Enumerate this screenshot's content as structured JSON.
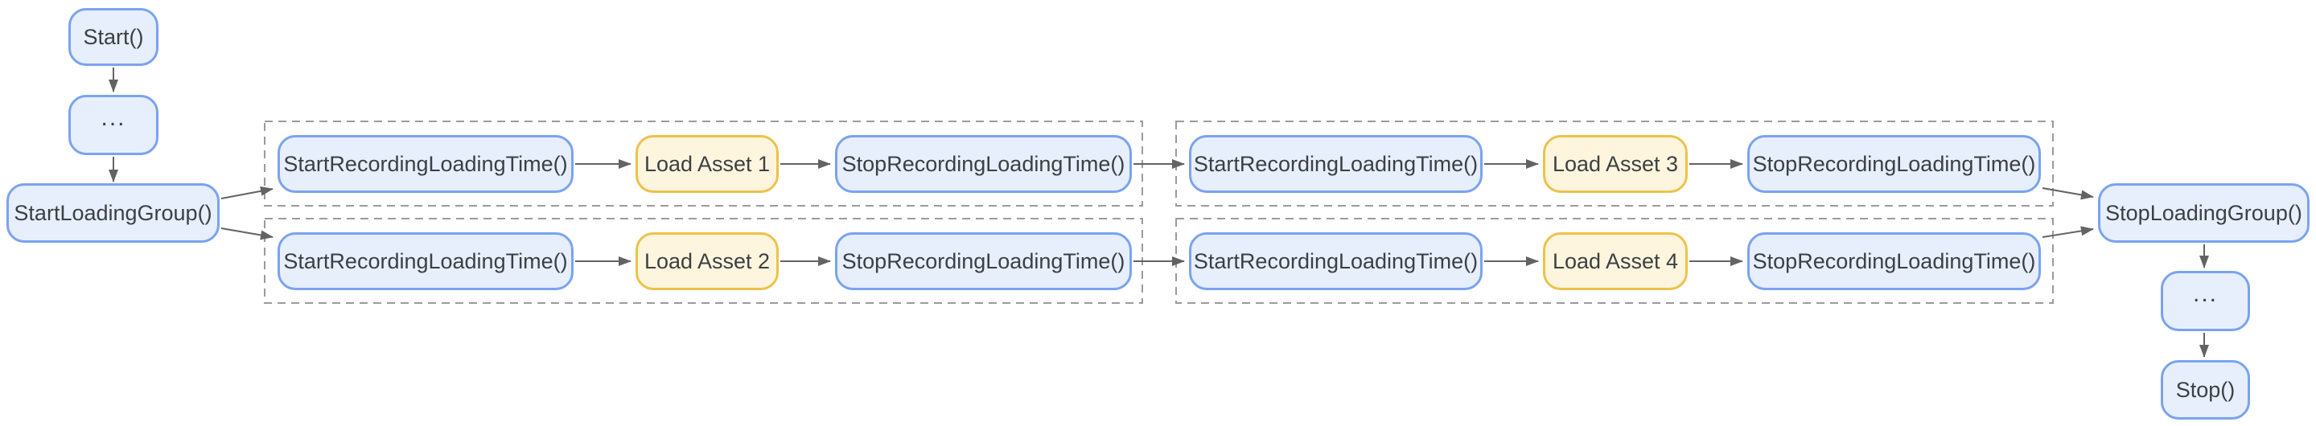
{
  "diagram_type": "flowchart",
  "colors": {
    "canvas_bg": "#ffffff",
    "node_blue_fill": "#e7effd",
    "node_blue_border": "#7aa3f0",
    "node_yellow_fill": "#fdf5dd",
    "node_yellow_border": "#edc24a",
    "edge_line": "#636363",
    "group_dash": "#9b9b9b",
    "text_color": "#3c4043"
  },
  "nodes": {
    "start": {
      "label": "Start()"
    },
    "ellipsis_top": {
      "label": "..."
    },
    "start_loading_group": {
      "label": "StartLoadingGroup()"
    },
    "group1_row1_start_recording": {
      "label": "StartRecordingLoadingTime()"
    },
    "group1_row1_load_asset": {
      "label": "Load Asset 1"
    },
    "group1_row1_stop_recording": {
      "label": "StopRecordingLoadingTime()"
    },
    "group1_row2_start_recording": {
      "label": "StartRecordingLoadingTime()"
    },
    "group1_row2_load_asset": {
      "label": "Load Asset 2"
    },
    "group1_row2_stop_recording": {
      "label": "StopRecordingLoadingTime()"
    },
    "group2_row1_start_recording": {
      "label": "StartRecordingLoadingTime()"
    },
    "group2_row1_load_asset": {
      "label": "Load Asset 3"
    },
    "group2_row1_stop_recording": {
      "label": "StopRecordingLoadingTime()"
    },
    "group2_row2_start_recording": {
      "label": "StartRecordingLoadingTime()"
    },
    "group2_row2_load_asset": {
      "label": "Load Asset 4"
    },
    "group2_row2_stop_recording": {
      "label": "StopRecordingLoadingTime()"
    },
    "stop_loading_group": {
      "label": "StopLoadingGroup()"
    },
    "ellipsis_bottom": {
      "label": "..."
    },
    "stop": {
      "label": "Stop()"
    }
  },
  "groups": [
    {
      "id": "loading-group-1-row-1",
      "style": "dashed"
    },
    {
      "id": "loading-group-1-row-2",
      "style": "dashed"
    },
    {
      "id": "loading-group-2-row-1",
      "style": "dashed"
    },
    {
      "id": "loading-group-2-row-2",
      "style": "dashed"
    }
  ],
  "edges": [
    {
      "from": "start",
      "to": "ellipsis_top"
    },
    {
      "from": "ellipsis_top",
      "to": "start_loading_group"
    },
    {
      "from": "start_loading_group",
      "to": "group1_row1_start_recording"
    },
    {
      "from": "start_loading_group",
      "to": "group1_row2_start_recording"
    },
    {
      "from": "group1_row1_start_recording",
      "to": "group1_row1_load_asset"
    },
    {
      "from": "group1_row1_load_asset",
      "to": "group1_row1_stop_recording"
    },
    {
      "from": "group1_row1_stop_recording",
      "to": "group2_row1_start_recording"
    },
    {
      "from": "group2_row1_start_recording",
      "to": "group2_row1_load_asset"
    },
    {
      "from": "group2_row1_load_asset",
      "to": "group2_row1_stop_recording"
    },
    {
      "from": "group1_row2_start_recording",
      "to": "group1_row2_load_asset"
    },
    {
      "from": "group1_row2_load_asset",
      "to": "group1_row2_stop_recording"
    },
    {
      "from": "group1_row2_stop_recording",
      "to": "group2_row2_start_recording"
    },
    {
      "from": "group2_row2_start_recording",
      "to": "group2_row2_load_asset"
    },
    {
      "from": "group2_row2_load_asset",
      "to": "group2_row2_stop_recording"
    },
    {
      "from": "group2_row1_stop_recording",
      "to": "stop_loading_group"
    },
    {
      "from": "group2_row2_stop_recording",
      "to": "stop_loading_group"
    },
    {
      "from": "stop_loading_group",
      "to": "ellipsis_bottom"
    },
    {
      "from": "ellipsis_bottom",
      "to": "stop"
    }
  ]
}
